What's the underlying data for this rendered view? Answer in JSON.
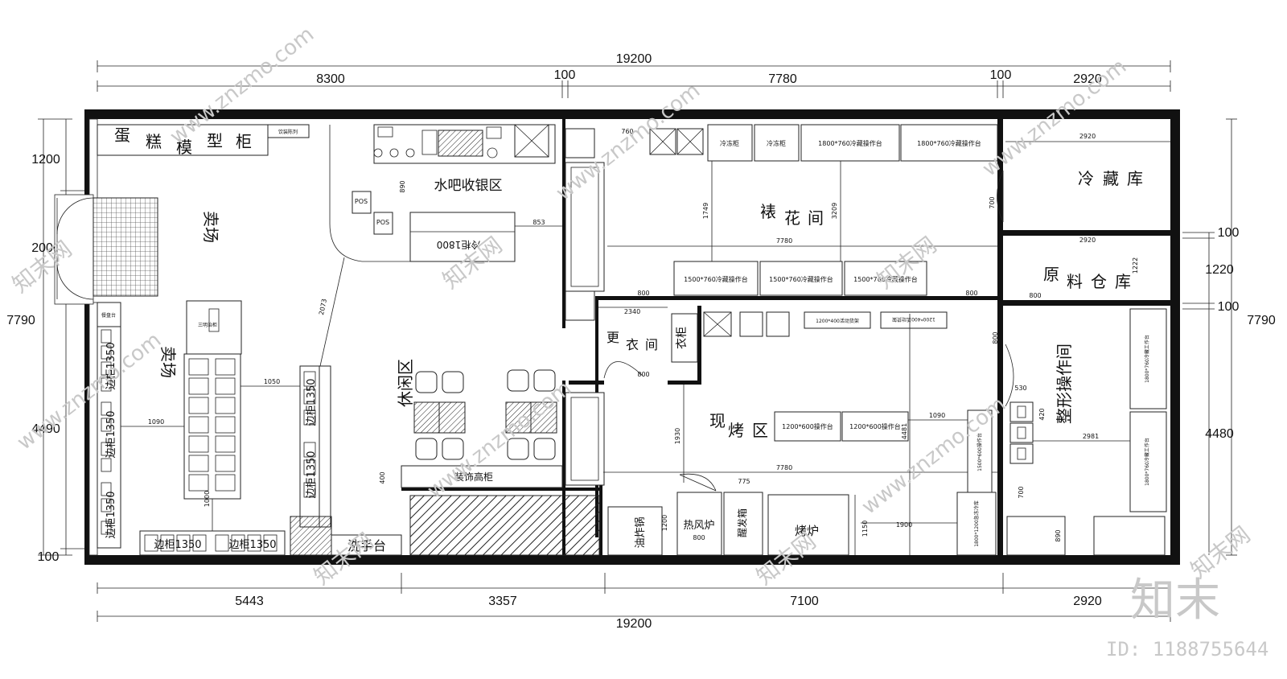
{
  "dimensions": {
    "top_total": "19200",
    "top_1": "8300",
    "top_2": "100",
    "top_3": "7780",
    "top_4": "100",
    "top_5": "2920",
    "bottom_1": "5443",
    "bottom_2": "3357",
    "bottom_3": "7100",
    "bottom_4": "2920",
    "bottom_total": "19200",
    "left_1": "1200",
    "left_2": "2000",
    "left_total": "7790",
    "left_3": "4490",
    "left_4": "100",
    "right_1": "100",
    "right_2": "1220",
    "right_3": "100",
    "right_total": "7790",
    "right_4": "4480"
  },
  "rooms": {
    "cake_cabinet": [
      "蛋",
      "糕",
      "模",
      "型",
      "柜"
    ],
    "drink_display": "饮装陈列",
    "sales_top": "卖场",
    "sales_mid": "卖场",
    "bar_cashier": "水吧收银区",
    "pos1": "POS",
    "pos2": "POS",
    "fridge_1800": "冷柜1800",
    "decor_room": [
      "裱",
      "花",
      "间"
    ],
    "cold_storage": [
      "冷",
      "藏",
      "库"
    ],
    "raw_storage": [
      "原",
      "料",
      "仓",
      "库"
    ],
    "shaping_room": "整形操作间",
    "changing_room": [
      "更",
      "衣",
      "间"
    ],
    "wardrobe": "衣柜",
    "baking_area": [
      "现",
      "烤",
      "区"
    ],
    "leisure": "休闲区",
    "sandwich_cab": "三明治柜",
    "deco_tall": "装饰高柜",
    "wash": "洗手台",
    "oven": "烤炉",
    "hot_air": "热风炉",
    "fryer": "油炸锅",
    "proofer": "醒发箱",
    "plate_table": "餐盘台"
  },
  "equipment": {
    "freezer": "冷冻柜",
    "table_1800": "1800*760冷藏操作台",
    "table_1500": "1500*760冷藏操作台",
    "shelf_mobile": "1200*400活动货架",
    "table_1200": "1200*600操作台",
    "table_1500_600": "1500*600操作台",
    "freeze_1800": "1800*1200急冻冷库",
    "side_cab": "边柜1350",
    "side_cab_short": "边柜1350",
    "table_1800_side": "1800*760冷藏工作台"
  },
  "measures": {
    "m760": "760",
    "m890": "890",
    "m853": "853",
    "m1749": "1749",
    "m3209": "3209",
    "m7780a": "7780",
    "m2920a": "2920",
    "m2920b": "2920",
    "m700a": "700",
    "m800a": "800",
    "m800b": "800",
    "m2340": "2340",
    "m2073": "2073",
    "m800c": "800",
    "m1050": "1050",
    "m1090a": "1090",
    "m1000": "1000",
    "m1930": "1930",
    "m4481": "4481",
    "m1090b": "1090",
    "m7780b": "7780",
    "m775": "775",
    "m1900": "1900",
    "m1150": "1150",
    "m1200": "1200",
    "m800d": "800",
    "m400": "400",
    "m800e": "800",
    "m530": "530",
    "m420": "420",
    "m2981": "2981",
    "m700b": "700",
    "m890b": "890",
    "m1222": "1222",
    "m800f": "800"
  },
  "watermark": {
    "brand": "知末",
    "id_text": "ID: 1188755644",
    "url": "www.znzmo.com",
    "cn": "知末网"
  }
}
